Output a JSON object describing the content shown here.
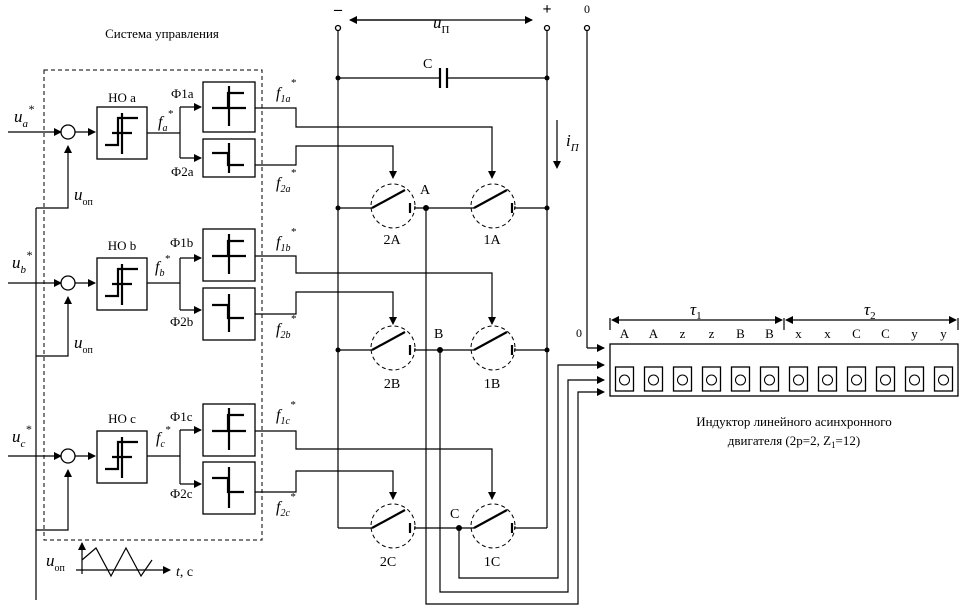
{
  "control_system": {
    "title": "Система управления"
  },
  "phases": [
    {
      "input": "u",
      "input_sub": "a",
      "ref": "u",
      "ref_sub": "оп",
      "no": "НО a",
      "f": "f",
      "f_sub": "a",
      "f1": "Ф1a",
      "f2": "Ф2a",
      "o1": "f",
      "o1_sub": "1a",
      "o2": "f",
      "o2_sub": "2a",
      "sw1": "1A",
      "sw2": "2A",
      "node": "A"
    },
    {
      "input": "u",
      "input_sub": "b",
      "ref": "u",
      "ref_sub": "оп",
      "no": "НО b",
      "f": "f",
      "f_sub": "b",
      "f1": "Ф1b",
      "f2": "Ф2b",
      "o1": "f",
      "o1_sub": "1b",
      "o2": "f",
      "o2_sub": "2b",
      "sw1": "1B",
      "sw2": "2B",
      "node": "B"
    },
    {
      "input": "u",
      "input_sub": "c",
      "ref": "u",
      "ref_sub": "оп",
      "no": "НО c",
      "f": "f",
      "f_sub": "c",
      "f1": "Ф1c",
      "f2": "Ф2c",
      "o1": "f",
      "o1_sub": "1c",
      "o2": "f",
      "o2_sub": "2c",
      "sw1": "1C",
      "sw2": "2C",
      "node": "C"
    }
  ],
  "supply": {
    "minus": "–",
    "plus": "+",
    "voltage": "u",
    "voltage_sub": "П",
    "zero": "0",
    "cap": "C",
    "current": "i",
    "current_sub": "П"
  },
  "reference": {
    "label": "u",
    "label_sub": "оп",
    "axis": "t",
    "axis_unit": ", с"
  },
  "inductor": {
    "zero": "0",
    "tau1": "τ",
    "tau1_sub": "1",
    "tau2": "τ",
    "tau2_sub": "2",
    "slots": [
      "A",
      "A",
      "z",
      "z",
      "B",
      "B",
      "x",
      "x",
      "C",
      "C",
      "y",
      "y"
    ],
    "caption_line1": "Индуктор линейного асинхронного",
    "caption_line2": "двигателя (2p=2, Z",
    "caption_z_sub": "1",
    "caption_line2_end": "=12)"
  }
}
